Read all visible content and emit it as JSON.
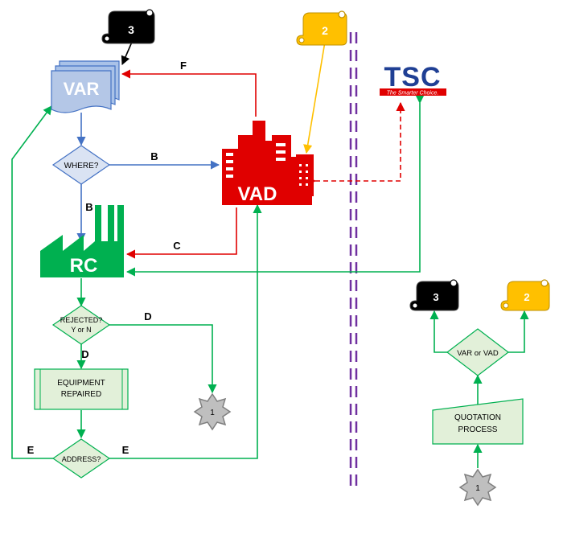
{
  "nodes": {
    "var": "VAR",
    "vad": "VAD",
    "rc": "RC",
    "tsc_logo": "TSC",
    "tsc_tagline": "The Smarter Choice.",
    "where": "WHERE?",
    "rejected_line1": "REJECTED?",
    "rejected_line2": "Y or N",
    "equipment_line1": "EQUIPMENT",
    "equipment_line2": "REPAIRED",
    "address": "ADDRESS?",
    "var_or_vad": "VAR or VAD",
    "quotation_line1": "QUOTATION",
    "quotation_line2": "PROCESS"
  },
  "scroll_labels": {
    "scroll_3_top": "3",
    "scroll_2_top": "2",
    "scroll_3_right": "3",
    "scroll_2_right": "2"
  },
  "connectors": {
    "star_left": "1",
    "star_right": "1"
  },
  "edge_labels": {
    "f": "F",
    "b_right": "B",
    "b_down": "B",
    "c": "C",
    "d_right": "D",
    "d_down": "D",
    "e_left": "E",
    "e_right": "E"
  },
  "colors": {
    "blue": "#4472C4",
    "red": "#E00000",
    "green": "#00B050",
    "yellow": "#FFC000",
    "purple": "#7030A0",
    "tsc_blue": "#1F3F94"
  }
}
